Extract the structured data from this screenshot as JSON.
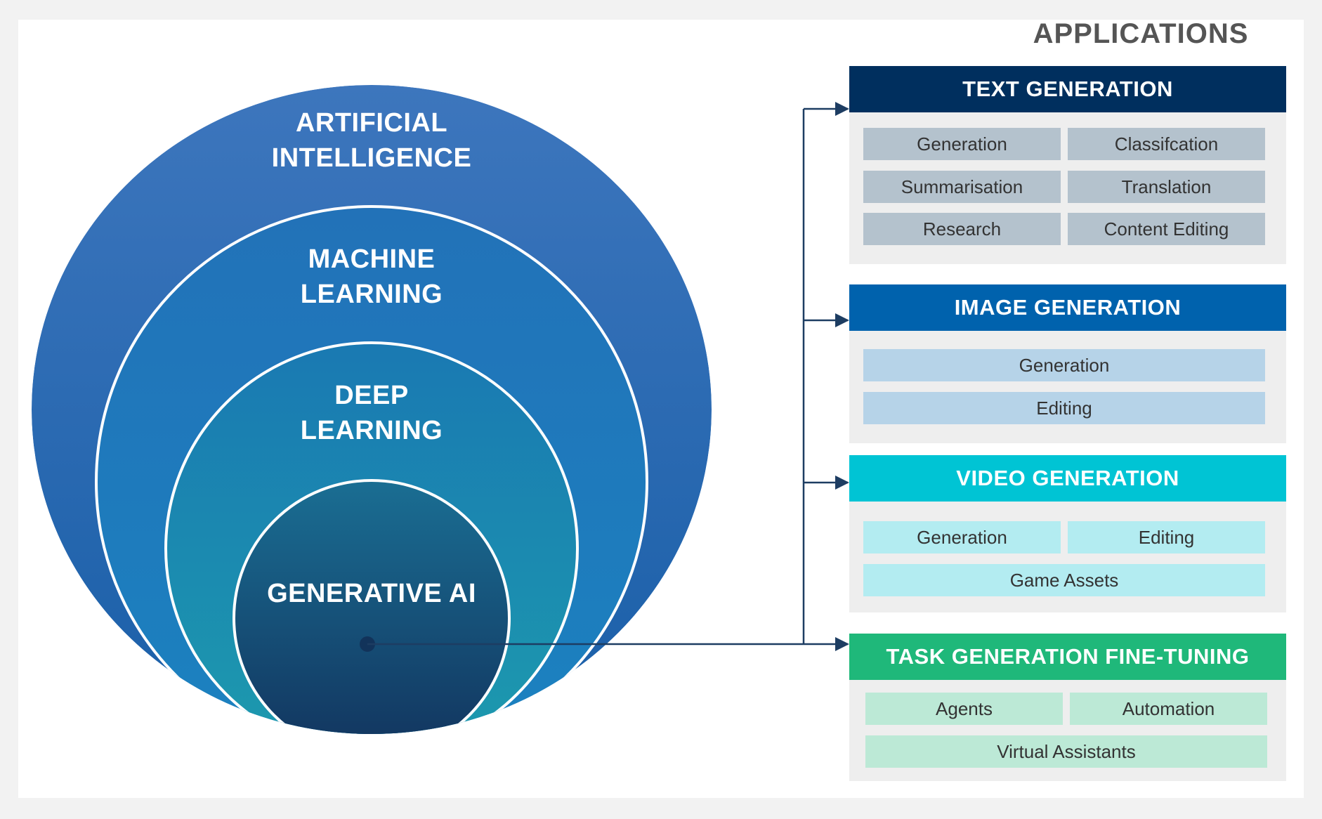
{
  "circles": [
    {
      "label": "ARTIFICIAL\nINTELLIGENCE"
    },
    {
      "label": "MACHINE\nLEARNING"
    },
    {
      "label": "DEEP\nLEARNING"
    },
    {
      "label": "GENERATIVE AI"
    }
  ],
  "applications": {
    "title": "APPLICATIONS",
    "panels": [
      {
        "title": "TEXT GENERATION",
        "header_color": "#002f5e",
        "item_color": "#b4c2cd",
        "items": [
          "Generation",
          "Classifcation",
          "Summarisation",
          "Translation",
          "Research",
          "Content Editing"
        ]
      },
      {
        "title": "IMAGE GENERATION",
        "header_color": "#0062ad",
        "item_color": "#b6d3e8",
        "items": [
          "Generation",
          "Editing"
        ]
      },
      {
        "title": "VIDEO GENERATION",
        "header_color": "#00c4d4",
        "item_color": "#b3ecf1",
        "items": [
          "Generation",
          "Editing",
          "Game Assets"
        ]
      },
      {
        "title": "TASK GENERATION FINE-TUNING",
        "header_color": "#1fb87a",
        "item_color": "#bce9d6",
        "items": [
          "Agents",
          "Automation",
          "Virtual Assistants"
        ]
      }
    ]
  }
}
